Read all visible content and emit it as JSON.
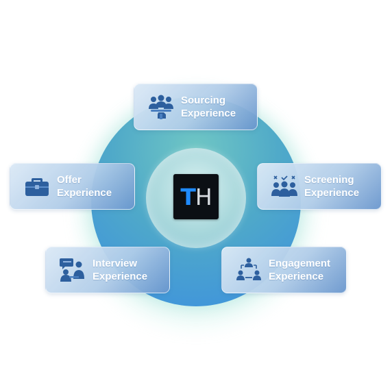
{
  "logo": {
    "letter_1": "T",
    "letter_2": "H",
    "accent_color": "#1f8bff"
  },
  "cards": {
    "sourcing": {
      "line1": "Sourcing",
      "line2": "Experience",
      "icon": "group-hand-icon"
    },
    "offer": {
      "line1": "Offer",
      "line2": "Experience",
      "icon": "briefcase-icon"
    },
    "screening": {
      "line1": "Screening",
      "line2": "Experience",
      "icon": "people-check-icon"
    },
    "interview": {
      "line1": "Interview",
      "line2": "Experience",
      "icon": "interview-chat-icon"
    },
    "engagement": {
      "line1": "Engagement",
      "line2": "Experience",
      "icon": "team-network-icon"
    }
  },
  "colors": {
    "ring": "#4fa9c9",
    "icon": "#2d5f9e",
    "label": "#ffffff"
  }
}
